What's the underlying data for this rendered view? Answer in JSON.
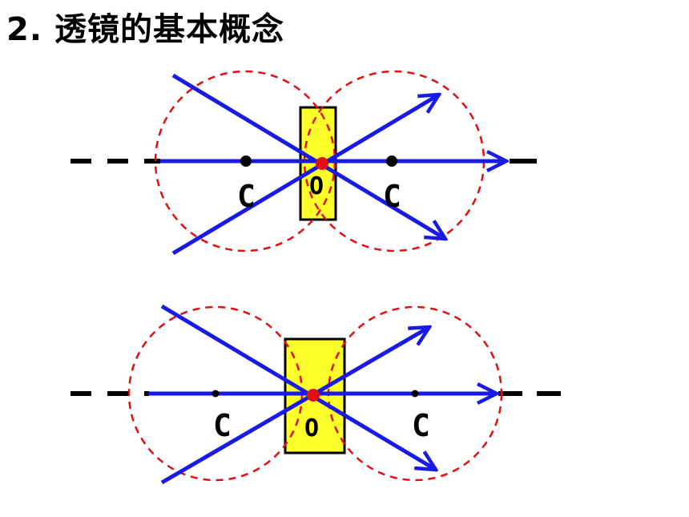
{
  "title": "2. 透镜的基本概念",
  "diagram_top": {
    "label_left": "C",
    "label_center": "O",
    "label_right": "C"
  },
  "diagram_bottom": {
    "label_left": "C",
    "label_center": "O",
    "label_right": "C"
  },
  "colors": {
    "ray": "#1a1ae6",
    "circle": "#e01010",
    "lens": "#ffff2a",
    "axis": "#000000",
    "center_dot": "#e01010"
  }
}
